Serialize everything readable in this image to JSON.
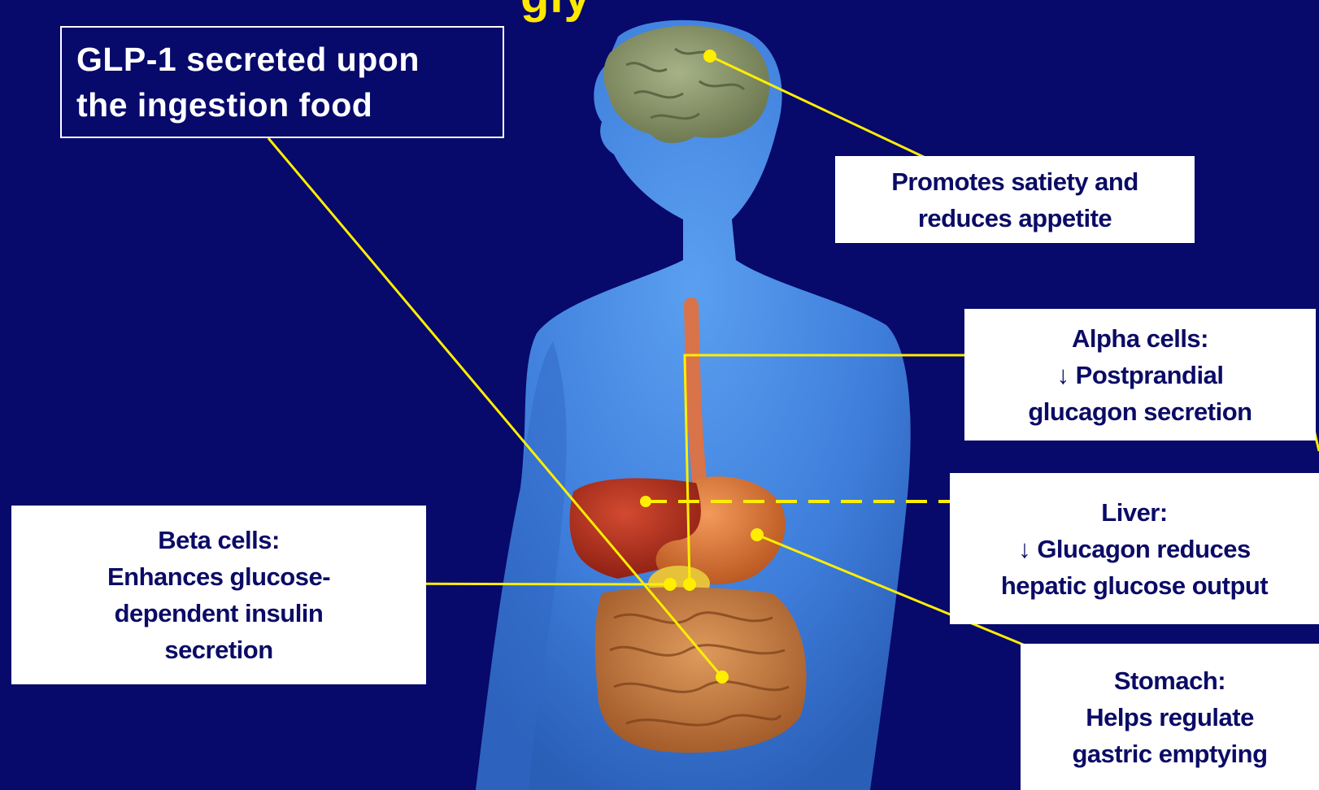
{
  "title_fragment": "gly",
  "callouts": {
    "glp1": {
      "lines": [
        "GLP-1  secreted  upon",
        "the  ingestion  food"
      ]
    },
    "brain": {
      "lines": [
        "Promotes satiety and",
        "reduces appetite"
      ]
    },
    "alpha": {
      "lines": [
        "Alpha cells:",
        "↓ Postprandial",
        "glucagon secretion"
      ]
    },
    "liver": {
      "lines": [
        "Liver:",
        "↓ Glucagon reduces",
        "hepatic glucose output"
      ]
    },
    "beta": {
      "lines": [
        "Beta cells:",
        "Enhances glucose-",
        "dependent insulin",
        "secretion"
      ]
    },
    "stomach": {
      "lines": [
        "Stomach:",
        " Helps regulate",
        "gastric emptying"
      ]
    }
  },
  "colors": {
    "background": "#07096b",
    "leader_line": "#ffee00",
    "callout_text": "#0b0b66",
    "body": "#3d7fe0",
    "brain": "#8c9a6a",
    "liver": "#b52a1a",
    "stomach": "#e07a3a",
    "intestine": "#c8773e",
    "pancreas": "#e6c23a"
  }
}
